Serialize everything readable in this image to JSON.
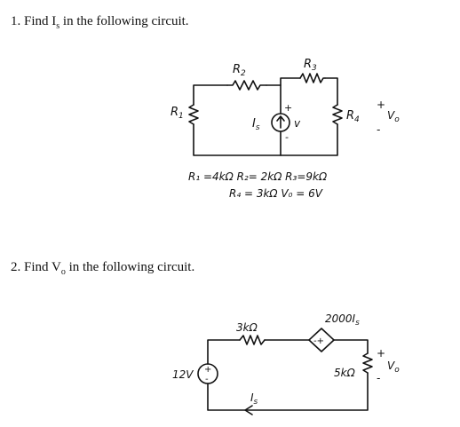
{
  "problem1": {
    "number": "1.",
    "text_before": "Find I",
    "sub": "s",
    "text_after": " in the following circuit.",
    "labels": {
      "r1": "R",
      "r1_sub": "1",
      "r2": "R",
      "r2_sub": "2",
      "r3": "R",
      "r3_sub": "3",
      "r4": "R",
      "r4_sub": "4",
      "is": "I",
      "is_sub": "s",
      "v": "v",
      "plus": "+",
      "minus": "-",
      "vo_plus": "+",
      "vo_minus": "-",
      "vo": "V",
      "vo_sub": "o"
    },
    "values_line1": "R₁ =4kΩ  R₂= 2kΩ  R₃=9kΩ",
    "values_line2": "R₄ = 3kΩ   V₀ = 6V"
  },
  "problem2": {
    "number": "2.",
    "text_before": "Find V",
    "sub": "o",
    "text_after": " in the following circuit.",
    "labels": {
      "source": "12V",
      "r_top": "3kΩ",
      "dep_source": "2000I",
      "dep_source_sub": "s",
      "dep_signs": "-+",
      "r_right": "5kΩ",
      "vo_plus": "+",
      "vo_minus": "-",
      "vo": "V",
      "vo_sub": "o",
      "is": "I",
      "is_sub": "s",
      "src_plus": "+",
      "src_minus": "-"
    }
  }
}
